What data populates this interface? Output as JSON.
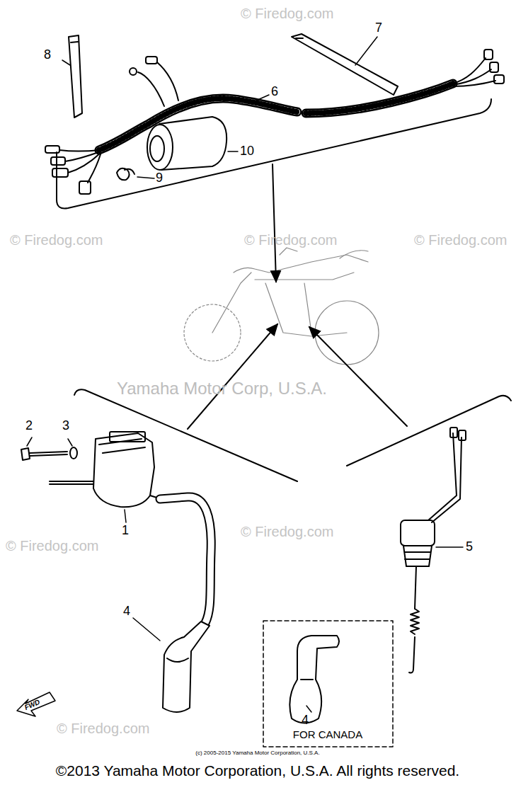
{
  "diagram": {
    "labels": [
      "© Firedog.com",
      "© Firedog.com",
      "© Firedog.com",
      "© Firedog.com",
      "8",
      "7",
      "6",
      "10",
      "9",
      "Yamaha Motor Corp, U.S.A.",
      "2",
      "3",
      "© Firedog.com",
      "1",
      "© Firedog.com",
      "5",
      "4",
      "© Firedog.com",
      "4",
      "FOR CANADA",
      "FWD",
      "(c) 2005-2015 Yamaha Motor Corporation, U.S.A.",
      "©2013 Yamaha Motor Corporation, U.S.A. All rights reserved."
    ]
  }
}
